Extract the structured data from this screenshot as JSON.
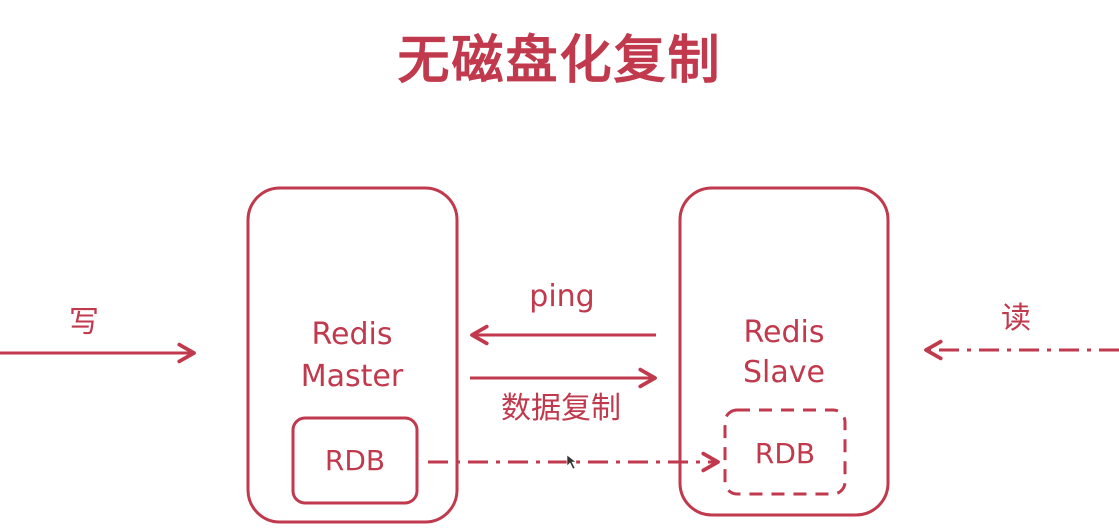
{
  "title": "无磁盘化复制",
  "master": {
    "line1": "Redis",
    "line2": "Master",
    "rdb": "RDB"
  },
  "slave": {
    "line1": "Redis",
    "line2": "Slave",
    "rdb": "RDB"
  },
  "arrows": {
    "write": "写",
    "read": "读",
    "ping": "ping",
    "replicate": "数据复制"
  },
  "colors": {
    "accent": "#c0394d"
  }
}
